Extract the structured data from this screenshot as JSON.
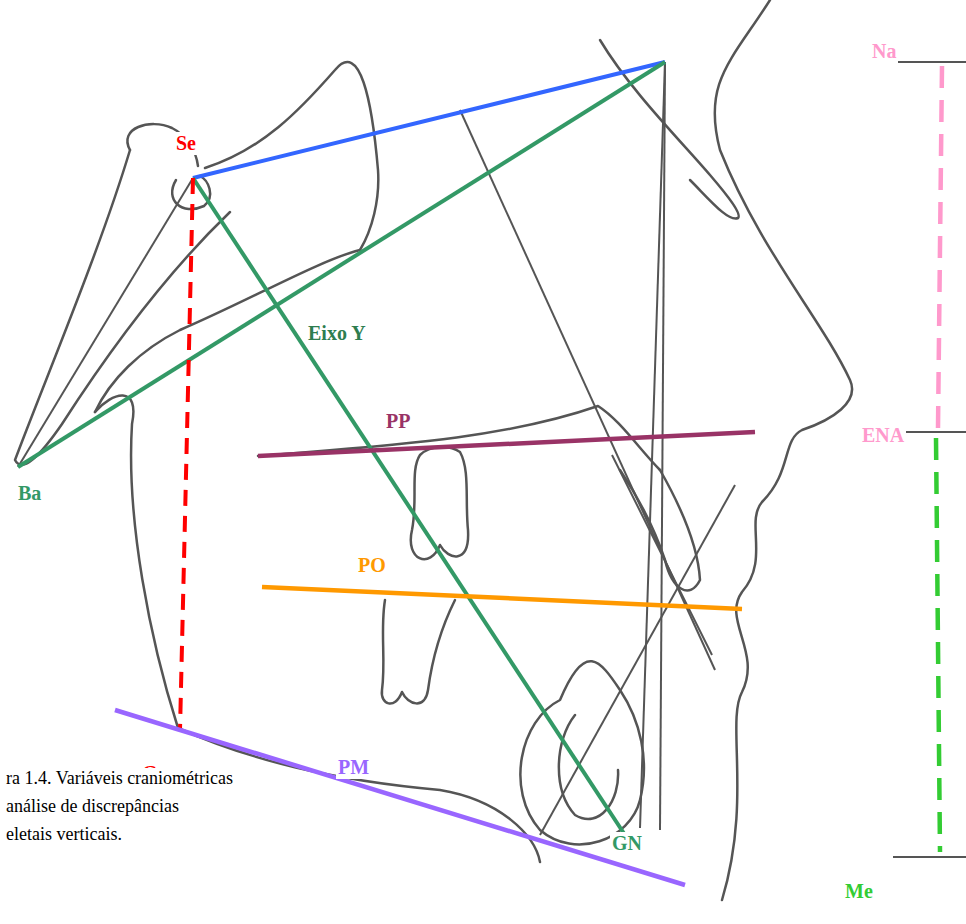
{
  "diagram": {
    "labels": [
      "Se",
      "Na",
      "Eixo Y",
      "PP",
      "ENA",
      "Ba",
      "PO",
      "Go",
      "PM",
      "GN",
      "Me",
      "ra 1.4. Variáveis craniométricas",
      "análise de discrepâncias",
      "eletais verticais."
    ]
  }
}
